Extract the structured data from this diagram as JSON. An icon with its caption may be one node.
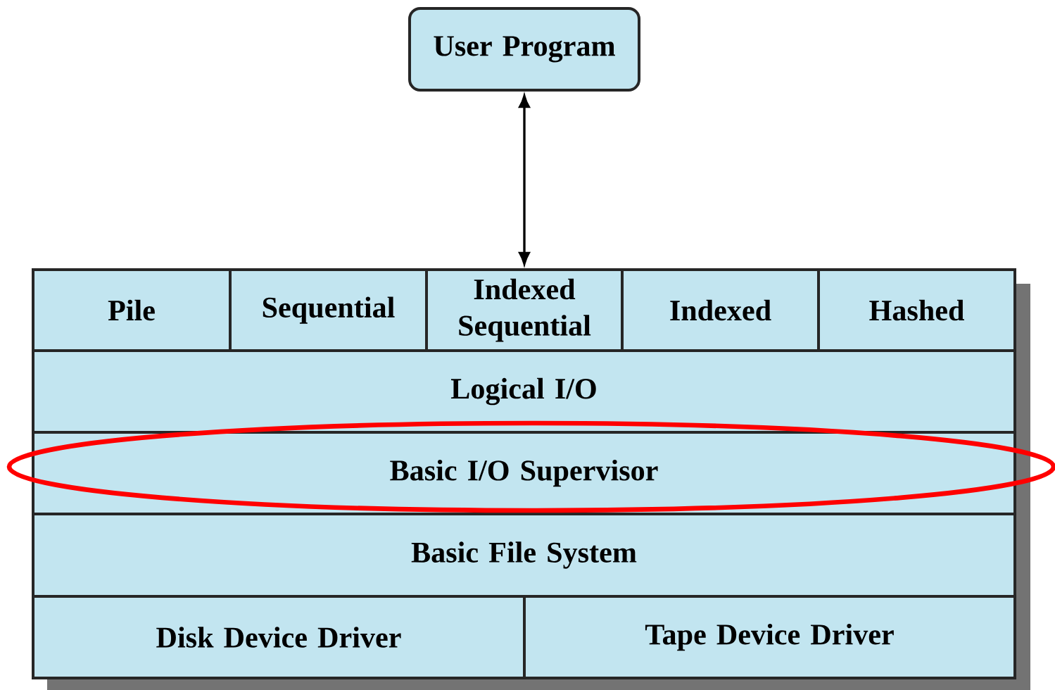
{
  "diagram": {
    "nodes": [
      {
        "text": [
          "User Program"
        ]
      },
      {
        "text": [
          "Pile"
        ]
      },
      {
        "text": [
          "Sequential"
        ]
      },
      {
        "text": [
          "Indexed Sequential"
        ]
      },
      {
        "text": [
          "Indexed"
        ]
      },
      {
        "text": [
          "Hashed"
        ]
      },
      {
        "text": [
          "Logical I/O"
        ]
      },
      {
        "text": [
          "Basic I/O Supervisor"
        ]
      },
      {
        "text": [
          "Basic File System"
        ]
      },
      {
        "text": [
          "Disk Device Driver"
        ]
      },
      {
        "text": [
          "Tape Device Driver"
        ]
      }
    ],
    "edges": [
      {
        "from": 0,
        "to": 3,
        "arrow": "both"
      }
    ]
  }
}
